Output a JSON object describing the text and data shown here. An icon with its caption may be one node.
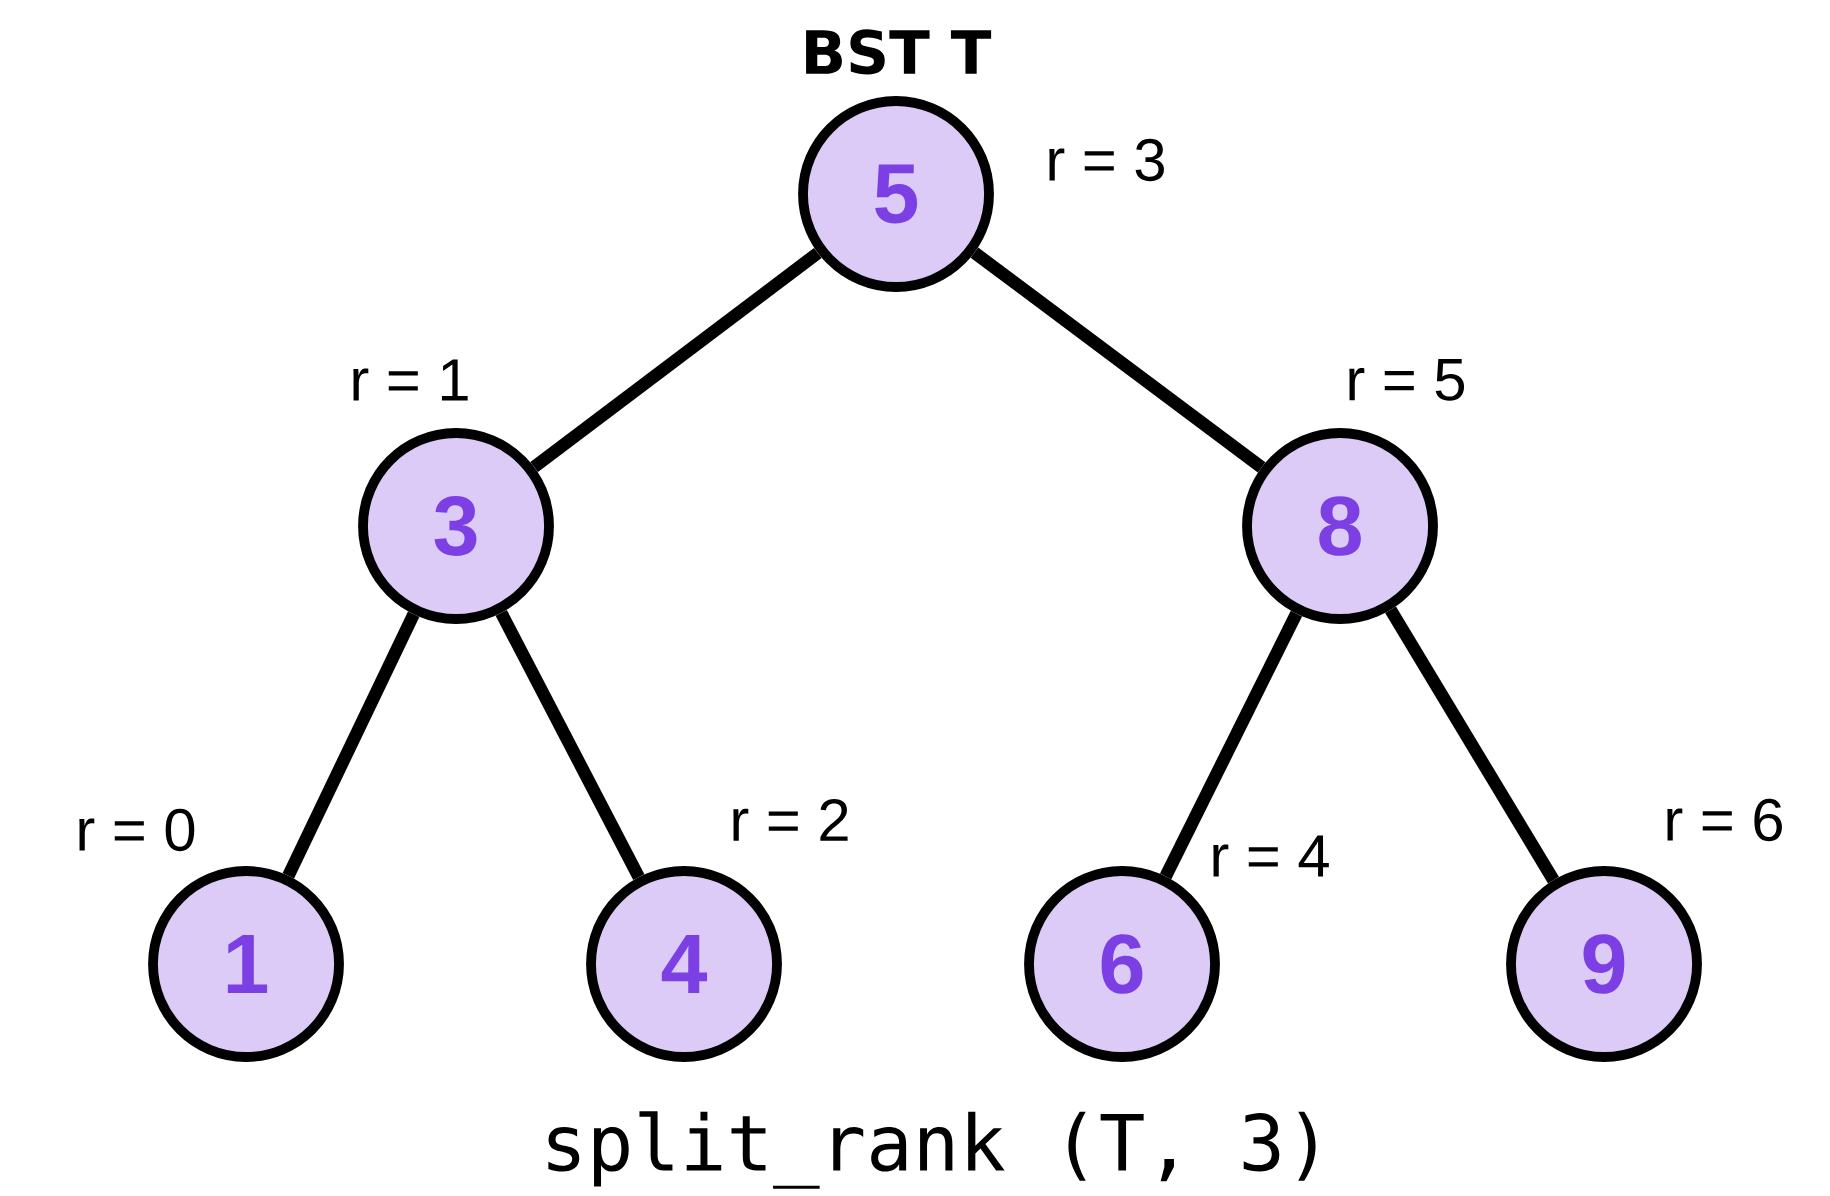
{
  "diagram": {
    "title": "BST  T",
    "caption": "split_rank (T, 3)",
    "nodes": [
      {
        "text": [
          "5"
        ],
        "beside": [
          "r = 3"
        ]
      },
      {
        "text": [
          "3"
        ],
        "beside": [
          "r = 1"
        ]
      },
      {
        "text": [
          "8"
        ],
        "beside": [
          "r = 5"
        ]
      },
      {
        "text": [
          "1"
        ],
        "beside": [
          "r = 0"
        ]
      },
      {
        "text": [
          "4"
        ],
        "beside": [
          "r = 2"
        ]
      },
      {
        "text": [
          "6"
        ],
        "beside": [
          "r = 4"
        ]
      },
      {
        "text": [
          "9"
        ],
        "beside": [
          "r = 6"
        ]
      }
    ],
    "edges": [
      {
        "from": 0,
        "to": 1,
        "arrow": "none"
      },
      {
        "from": 0,
        "to": 2,
        "arrow": "none"
      },
      {
        "from": 1,
        "to": 3,
        "arrow": "none"
      },
      {
        "from": 1,
        "to": 4,
        "arrow": "none"
      },
      {
        "from": 2,
        "to": 5,
        "arrow": "none"
      },
      {
        "from": 2,
        "to": 6,
        "arrow": "none"
      }
    ]
  }
}
